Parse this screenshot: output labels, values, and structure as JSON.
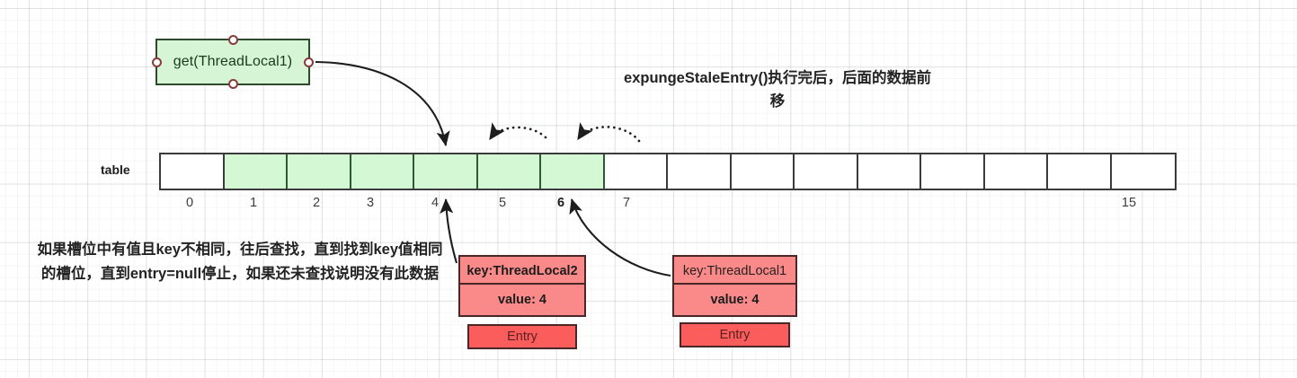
{
  "diagram": {
    "title_note": "expungeStaleEntry()执行完后，后面的数据前移",
    "left_note": "如果槽位中有值且key不相同，往后查找，直到找到key值相同的槽位，直到entry=null停止，如果还未查找说明没有此数据",
    "get_box": {
      "label": "get(ThreadLocal1)"
    },
    "table": {
      "label": "table",
      "cell_count": 16,
      "filled_indices": [
        1,
        2,
        3,
        4,
        5,
        6
      ],
      "index_labels": [
        {
          "value": "0",
          "bold": false
        },
        {
          "value": "1",
          "bold": false
        },
        {
          "value": "2",
          "bold": false
        },
        {
          "value": "3",
          "bold": false
        },
        {
          "value": "4",
          "bold": false
        },
        {
          "value": "5",
          "bold": false
        },
        {
          "value": "6",
          "bold": true
        },
        {
          "value": "7",
          "bold": false
        },
        {
          "value": "15",
          "bold": false
        }
      ]
    },
    "entries": [
      {
        "name": "entry-threadlocal2",
        "key": "key:ThreadLocal2",
        "value": "value: 4",
        "footer": "Entry",
        "key_bold": true
      },
      {
        "name": "entry-threadlocal1",
        "key": "key:ThreadLocal1",
        "value": "value: 4",
        "footer": "Entry",
        "key_bold": false
      }
    ],
    "colors": {
      "cell_filled": "#d4f8d4",
      "cell_empty": "#ffffff",
      "box_green": "#d5f5d5",
      "entry_fill": "#fa8a8a",
      "entry_footer": "#fb5d5d",
      "stroke": "#3b3b3b"
    }
  }
}
